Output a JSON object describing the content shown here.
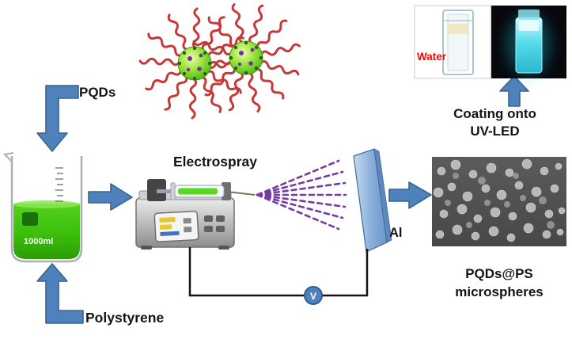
{
  "labels": {
    "pqds": "PQDs",
    "electrospray": "Electrospray",
    "coating_line1": "Coating onto",
    "coating_line2": "UV-LED",
    "al_plate": "Al",
    "product_line1": "PQDs@PS",
    "product_line2": "microspheres",
    "polystyrene": "Polystyrene",
    "water": "Water",
    "voltage_source": "V",
    "beaker_volume": "1000ml"
  },
  "colors": {
    "arrow_blue": "#4f81bd",
    "arrow_border": "#3a648f",
    "liquid_green": "#3bbf0a",
    "ligand_red": "#c63939",
    "spray_purple": "#7030a0",
    "al_plate_blue": "#88add9",
    "uv_glow_cyan": "#56dbeb",
    "water_label_red": "#ff0000"
  }
}
